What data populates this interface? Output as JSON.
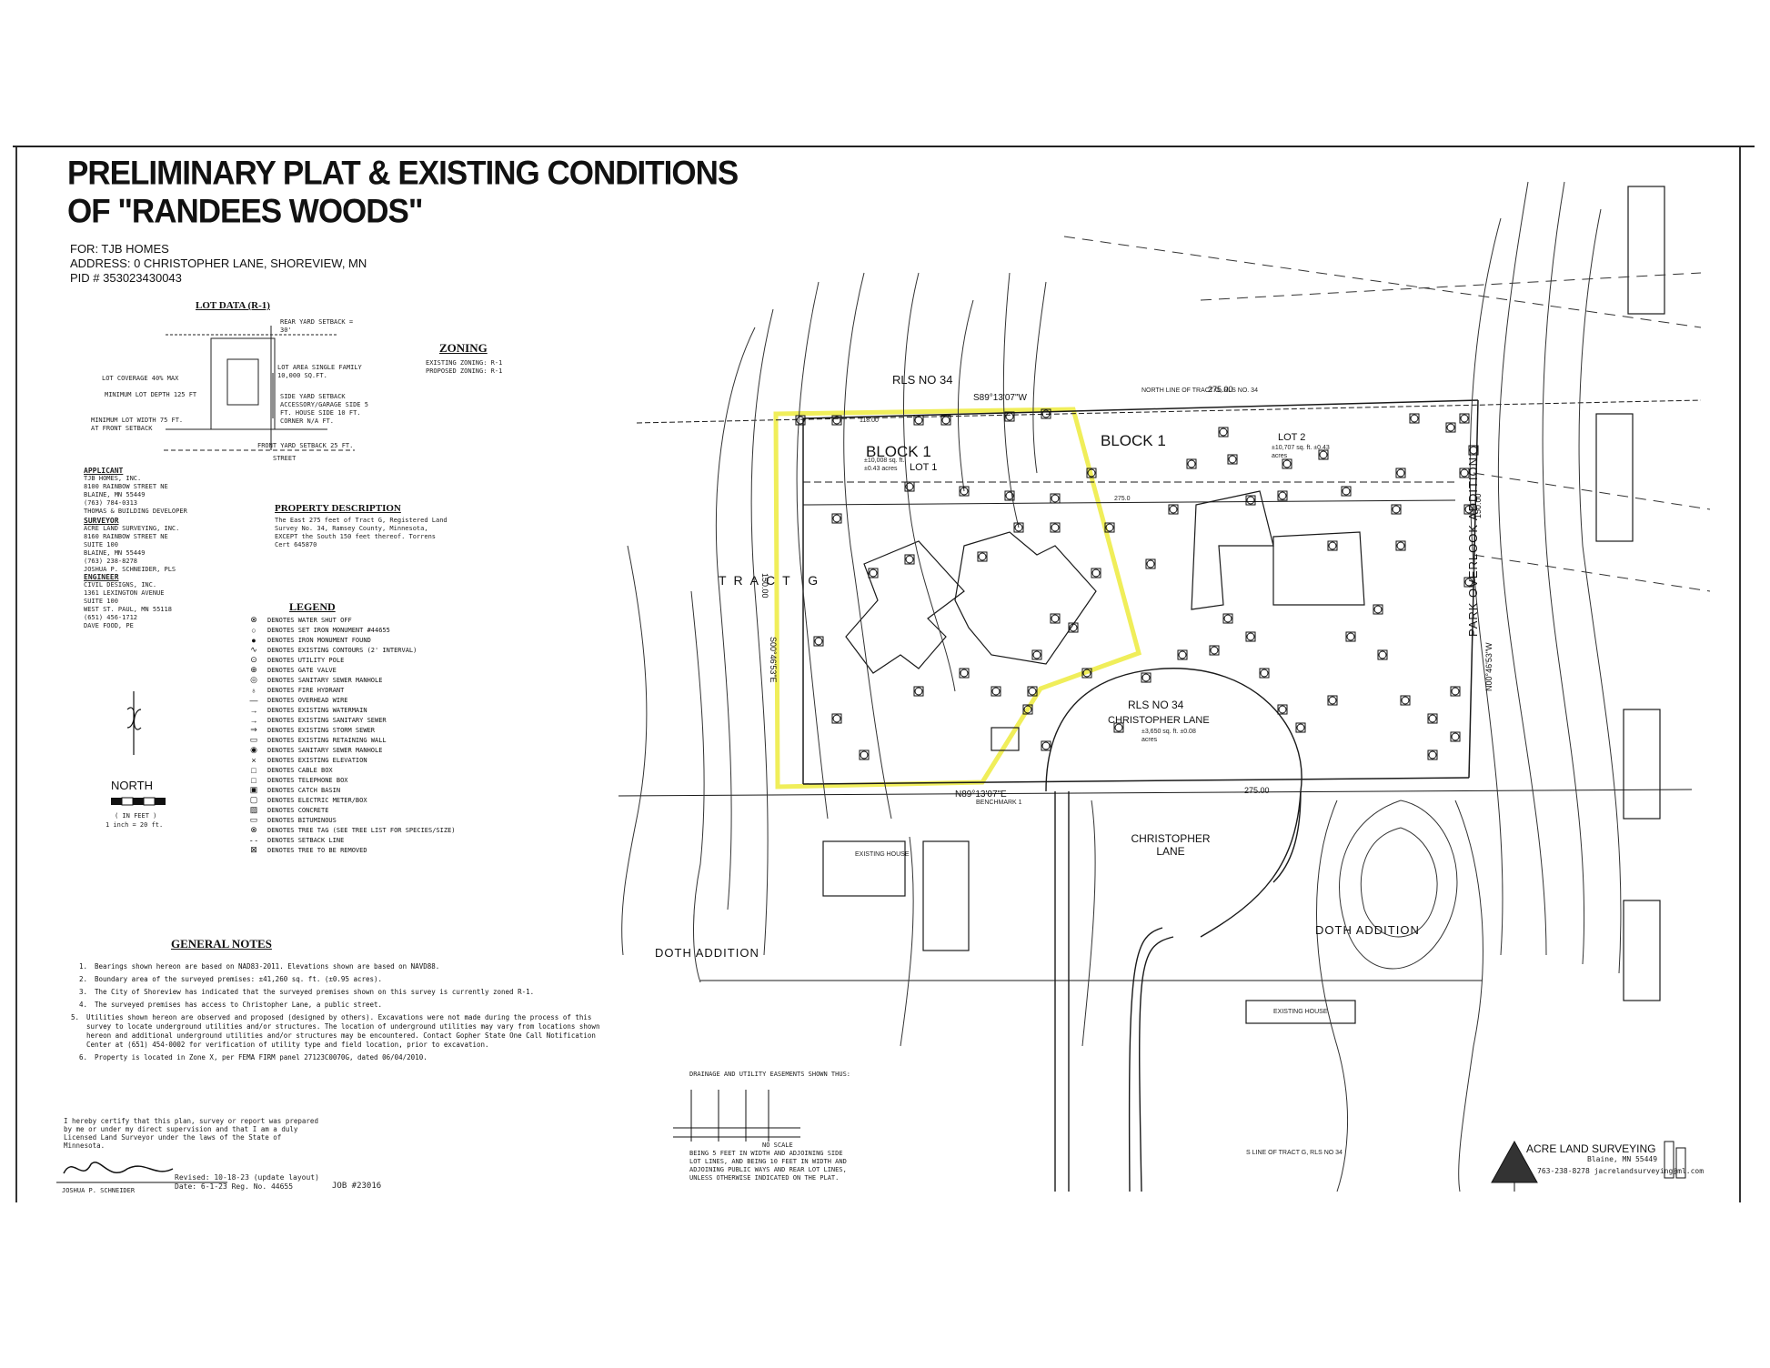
{
  "title": {
    "line1": "PRELIMINARY PLAT & EXISTING CONDITIONS",
    "line2": "OF \"RANDEES WOODS\""
  },
  "client": {
    "for": "FOR: TJB HOMES",
    "address": "ADDRESS: 0 CHRISTOPHER LANE, SHOREVIEW, MN",
    "pid": "PID # 353023430043"
  },
  "lot_data": {
    "heading": "LOT DATA (R-1)",
    "rear_setback": "REAR YARD SETBACK = 30'",
    "lot_coverage": "LOT COVERAGE 40% MAX",
    "lot_depth": "MINIMUM LOT DEPTH 125 FT",
    "lot_width": "MINIMUM LOT WIDTH 75 FT. AT FRONT SETBACK",
    "lot_area": "LOT AREA SINGLE FAMILY 10,000 SQ.FT.",
    "side_setback": "SIDE YARD SETBACK ACCESSORY/GARAGE SIDE 5 FT. HOUSE SIDE 10 FT. CORNER N/A FT.",
    "front_setback": "FRONT YARD SETBACK 25 FT.",
    "street": "STREET"
  },
  "zoning": {
    "heading": "ZONING",
    "existing": "EXISTING ZONING: R-1",
    "proposed": "PROPOSED ZONING: R-1"
  },
  "applicant": {
    "heading": "APPLICANT",
    "lines": [
      "TJB HOMES, INC.",
      "8100 RAINBOW STREET NE",
      "BLAINE, MN 55449",
      "(763) 784-0313",
      "THOMAS & BUILDING DEVELOPER"
    ]
  },
  "surveyor": {
    "heading": "SURVEYOR",
    "lines": [
      "ACRE LAND SURVEYING, INC.",
      "8160 RAINBOW STREET NE",
      "SUITE 100",
      "BLAINE, MN 55449",
      "(763) 238-8278",
      "JOSHUA P. SCHNEIDER, PLS"
    ]
  },
  "engineer": {
    "heading": "ENGINEER",
    "lines": [
      "CIVIL DESIGNS, INC.",
      "1361 LEXINGTON AVENUE",
      "SUITE 100",
      "WEST ST. PAUL, MN 55118",
      "(651) 456-1712",
      "DAVE FOOD, PE"
    ]
  },
  "property_description": {
    "heading": "PROPERTY DESCRIPTION",
    "text": "The East 275 feet of Tract G, Registered Land Survey No. 34, Ramsey County, Minnesota, EXCEPT the South 150 feet thereof. Torrens Cert 645870"
  },
  "legend": {
    "heading": "LEGEND",
    "items": [
      {
        "sym": "⊗",
        "text": "DENOTES WATER SHUT OFF"
      },
      {
        "sym": "○",
        "text": "DENOTES SET IRON MONUMENT #44655"
      },
      {
        "sym": "●",
        "text": "DENOTES IRON MONUMENT FOUND"
      },
      {
        "sym": "∿",
        "text": "DENOTES EXISTING CONTOURS (2' INTERVAL)"
      },
      {
        "sym": "⊙",
        "text": "DENOTES UTILITY POLE"
      },
      {
        "sym": "⊕",
        "text": "DENOTES GATE VALVE"
      },
      {
        "sym": "◎",
        "text": "DENOTES SANITARY SEWER MANHOLE"
      },
      {
        "sym": "♁",
        "text": "DENOTES FIRE HYDRANT"
      },
      {
        "sym": "—",
        "text": "DENOTES OVERHEAD WIRE"
      },
      {
        "sym": "→",
        "text": "DENOTES EXISTING WATERMAIN"
      },
      {
        "sym": "→",
        "text": "DENOTES EXISTING SANITARY SEWER"
      },
      {
        "sym": "⇒",
        "text": "DENOTES EXISTING STORM SEWER"
      },
      {
        "sym": "▭",
        "text": "DENOTES EXISTING RETAINING WALL"
      },
      {
        "sym": "◉",
        "text": "DENOTES SANITARY SEWER MANHOLE"
      },
      {
        "sym": "×",
        "text": "DENOTES EXISTING ELEVATION"
      },
      {
        "sym": "□",
        "text": "DENOTES CABLE BOX"
      },
      {
        "sym": "□",
        "text": "DENOTES TELEPHONE BOX"
      },
      {
        "sym": "▣",
        "text": "DENOTES CATCH BASIN"
      },
      {
        "sym": "▢",
        "text": "DENOTES ELECTRIC METER/BOX"
      },
      {
        "sym": "▨",
        "text": "DENOTES CONCRETE"
      },
      {
        "sym": "▭",
        "text": "DENOTES BITUMINOUS"
      },
      {
        "sym": "⊗",
        "text": "DENOTES TREE TAG (SEE TREE LIST FOR SPECIES/SIZE)"
      },
      {
        "sym": "- -",
        "text": "DENOTES SETBACK LINE"
      },
      {
        "sym": "⊠",
        "text": "DENOTES TREE TO BE REMOVED"
      }
    ]
  },
  "north": {
    "label": "NORTH",
    "scale1": "( IN FEET )",
    "scale2": "1 inch = 20 ft."
  },
  "general_notes": {
    "heading": "GENERAL NOTES",
    "items": [
      {
        "n": "1.",
        "t": "Bearings shown hereon are based on NAD83-2011. Elevations shown are based on NAVD88."
      },
      {
        "n": "2.",
        "t": "Boundary area of the surveyed premises: ±41,260 sq. ft. (±0.95 acres)."
      },
      {
        "n": "3.",
        "t": "The City of Shoreview has indicated that the surveyed premises shown on this survey is currently zoned R-1."
      },
      {
        "n": "4.",
        "t": "The surveyed premises has access to Christopher Lane, a public street."
      },
      {
        "n": "5.",
        "t": "Utilities shown hereon are observed and proposed (designed by others). Excavations were not made during the process of this survey to locate underground utilities and/or structures. The location of underground utilities may vary from locations shown hereon and additional underground utilities and/or structures may be encountered. Contact Gopher State One Call Notification Center at (651) 454-0002 for verification of utility type and field location, prior to excavation."
      },
      {
        "n": "6.",
        "t": "Property is located in Zone X, per FEMA FIRM panel 27123C0070G, dated 06/04/2010."
      }
    ]
  },
  "certification": {
    "text": "I hereby certify that this plan, survey or report was prepared by me or under my direct supervision and that I am a duly Licensed Land Surveyor under the laws of the State of Minnesota.",
    "name": "JOSHUA P. SCHNEIDER",
    "revised": "Revised: 10-18-23 (update layout)",
    "date": "Date: 6-1-23  Reg. No. 44655",
    "job": "JOB #23016"
  },
  "easement": {
    "heading": "DRAINAGE AND UTILITY EASEMENTS SHOWN THUS:",
    "scale": "NO SCALE",
    "note": "BEING 5 FEET IN WIDTH AND ADJOINING SIDE LOT LINES, AND BEING 10 FEET IN WIDTH AND ADJOINING PUBLIC WAYS AND REAR LOT LINES, UNLESS OTHERWISE INDICATED ON THE PLAT."
  },
  "company": {
    "name": "ACRE LAND SURVEYING",
    "city": "Blaine, MN 55449",
    "contact": "763-238-8278  jacrelandsurveying@ml.com"
  },
  "plat": {
    "rls_top": "RLS NO 34",
    "bearing_top": "S89°13'07\"W",
    "north_line": "NORTH LINE OF TRACT G, RLS NO. 34",
    "dist_275_top": "275.00",
    "block1_lot1": "BLOCK 1",
    "lot1": "LOT 1",
    "lot1_area": "±10,008 sq. ft. ±0.43 acres",
    "block1_lot2": "BLOCK 1",
    "lot2": "LOT 2",
    "lot2_area": "±10,707 sq. ft. ±0.43 acres",
    "tract": "TRACT G",
    "rls_mid": "RLS NO 34",
    "christopher_lane": "CHRISTOPHER LANE",
    "cl_area": "±3,650 sq. ft. ±0.08 acres",
    "christopher_lane_2": "CHRISTOPHER LANE",
    "bearing_bottom": "N89°13'07\"E",
    "dist_275_bottom": "275.00",
    "addition_left": "DOTH ADDITION",
    "addition_right": "DOTH ADDITION",
    "park_overlook": "PARK OVERLOOK ADDITION",
    "existing_house": "EXISTING HOUSE",
    "dist_150_left": "150.00",
    "dist_150_right": "150.00",
    "bearing_left": "S00°46'53\"E",
    "bearing_right": "N00°46'53\"W",
    "south_line": "S LINE OF TRACT G, RLS NO 34",
    "dist_118": "118.00",
    "dist_275_mid": "275.0",
    "benchmark": "BENCHMARK 1"
  },
  "colors": {
    "highlight": "#f0ee5a",
    "ink": "#1a1a1a"
  }
}
